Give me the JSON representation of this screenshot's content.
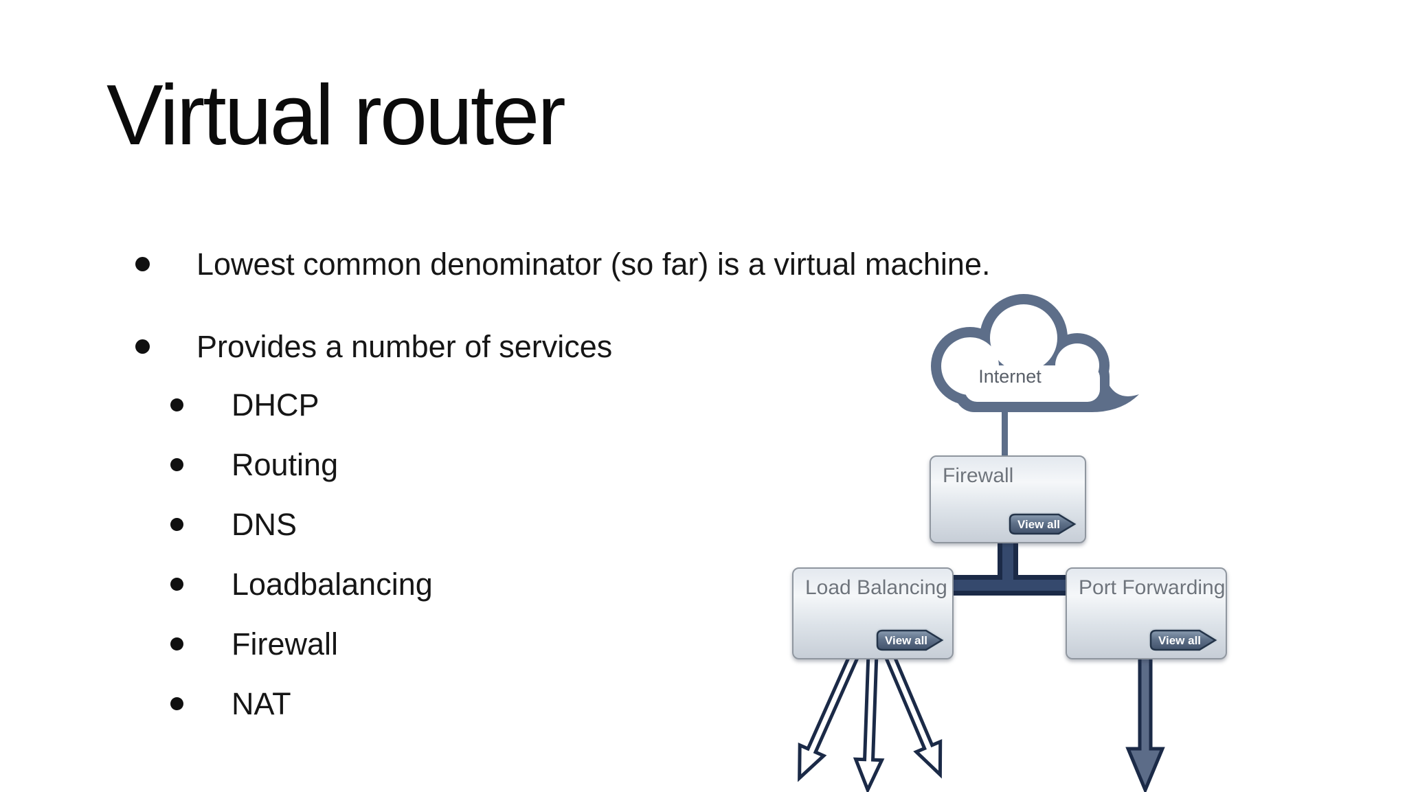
{
  "slide": {
    "title": "Virtual router",
    "bullets": [
      "Lowest common denominator (so far) is a virtual machine.",
      "Provides a number of services"
    ],
    "services": [
      "DHCP",
      "Routing",
      "DNS",
      "Loadbalancing",
      "Firewall",
      "NAT"
    ]
  },
  "diagram": {
    "internet_label": "Internet",
    "nodes": {
      "firewall": {
        "label": "Firewall",
        "button_label": "View all"
      },
      "load_balancing": {
        "label": "Load Balancing",
        "button_label": "View all"
      },
      "port_forwarding": {
        "label": "Port Forwarding",
        "button_label": "View all"
      }
    },
    "colors": {
      "cloud_fill": "#5d6e89",
      "connector_outline": "#1b2a47",
      "connector_fill": "#35496d",
      "arrow_fill": "#5c6c88",
      "box_label_text": "#6e747c",
      "button_text": "#ffffff"
    }
  }
}
